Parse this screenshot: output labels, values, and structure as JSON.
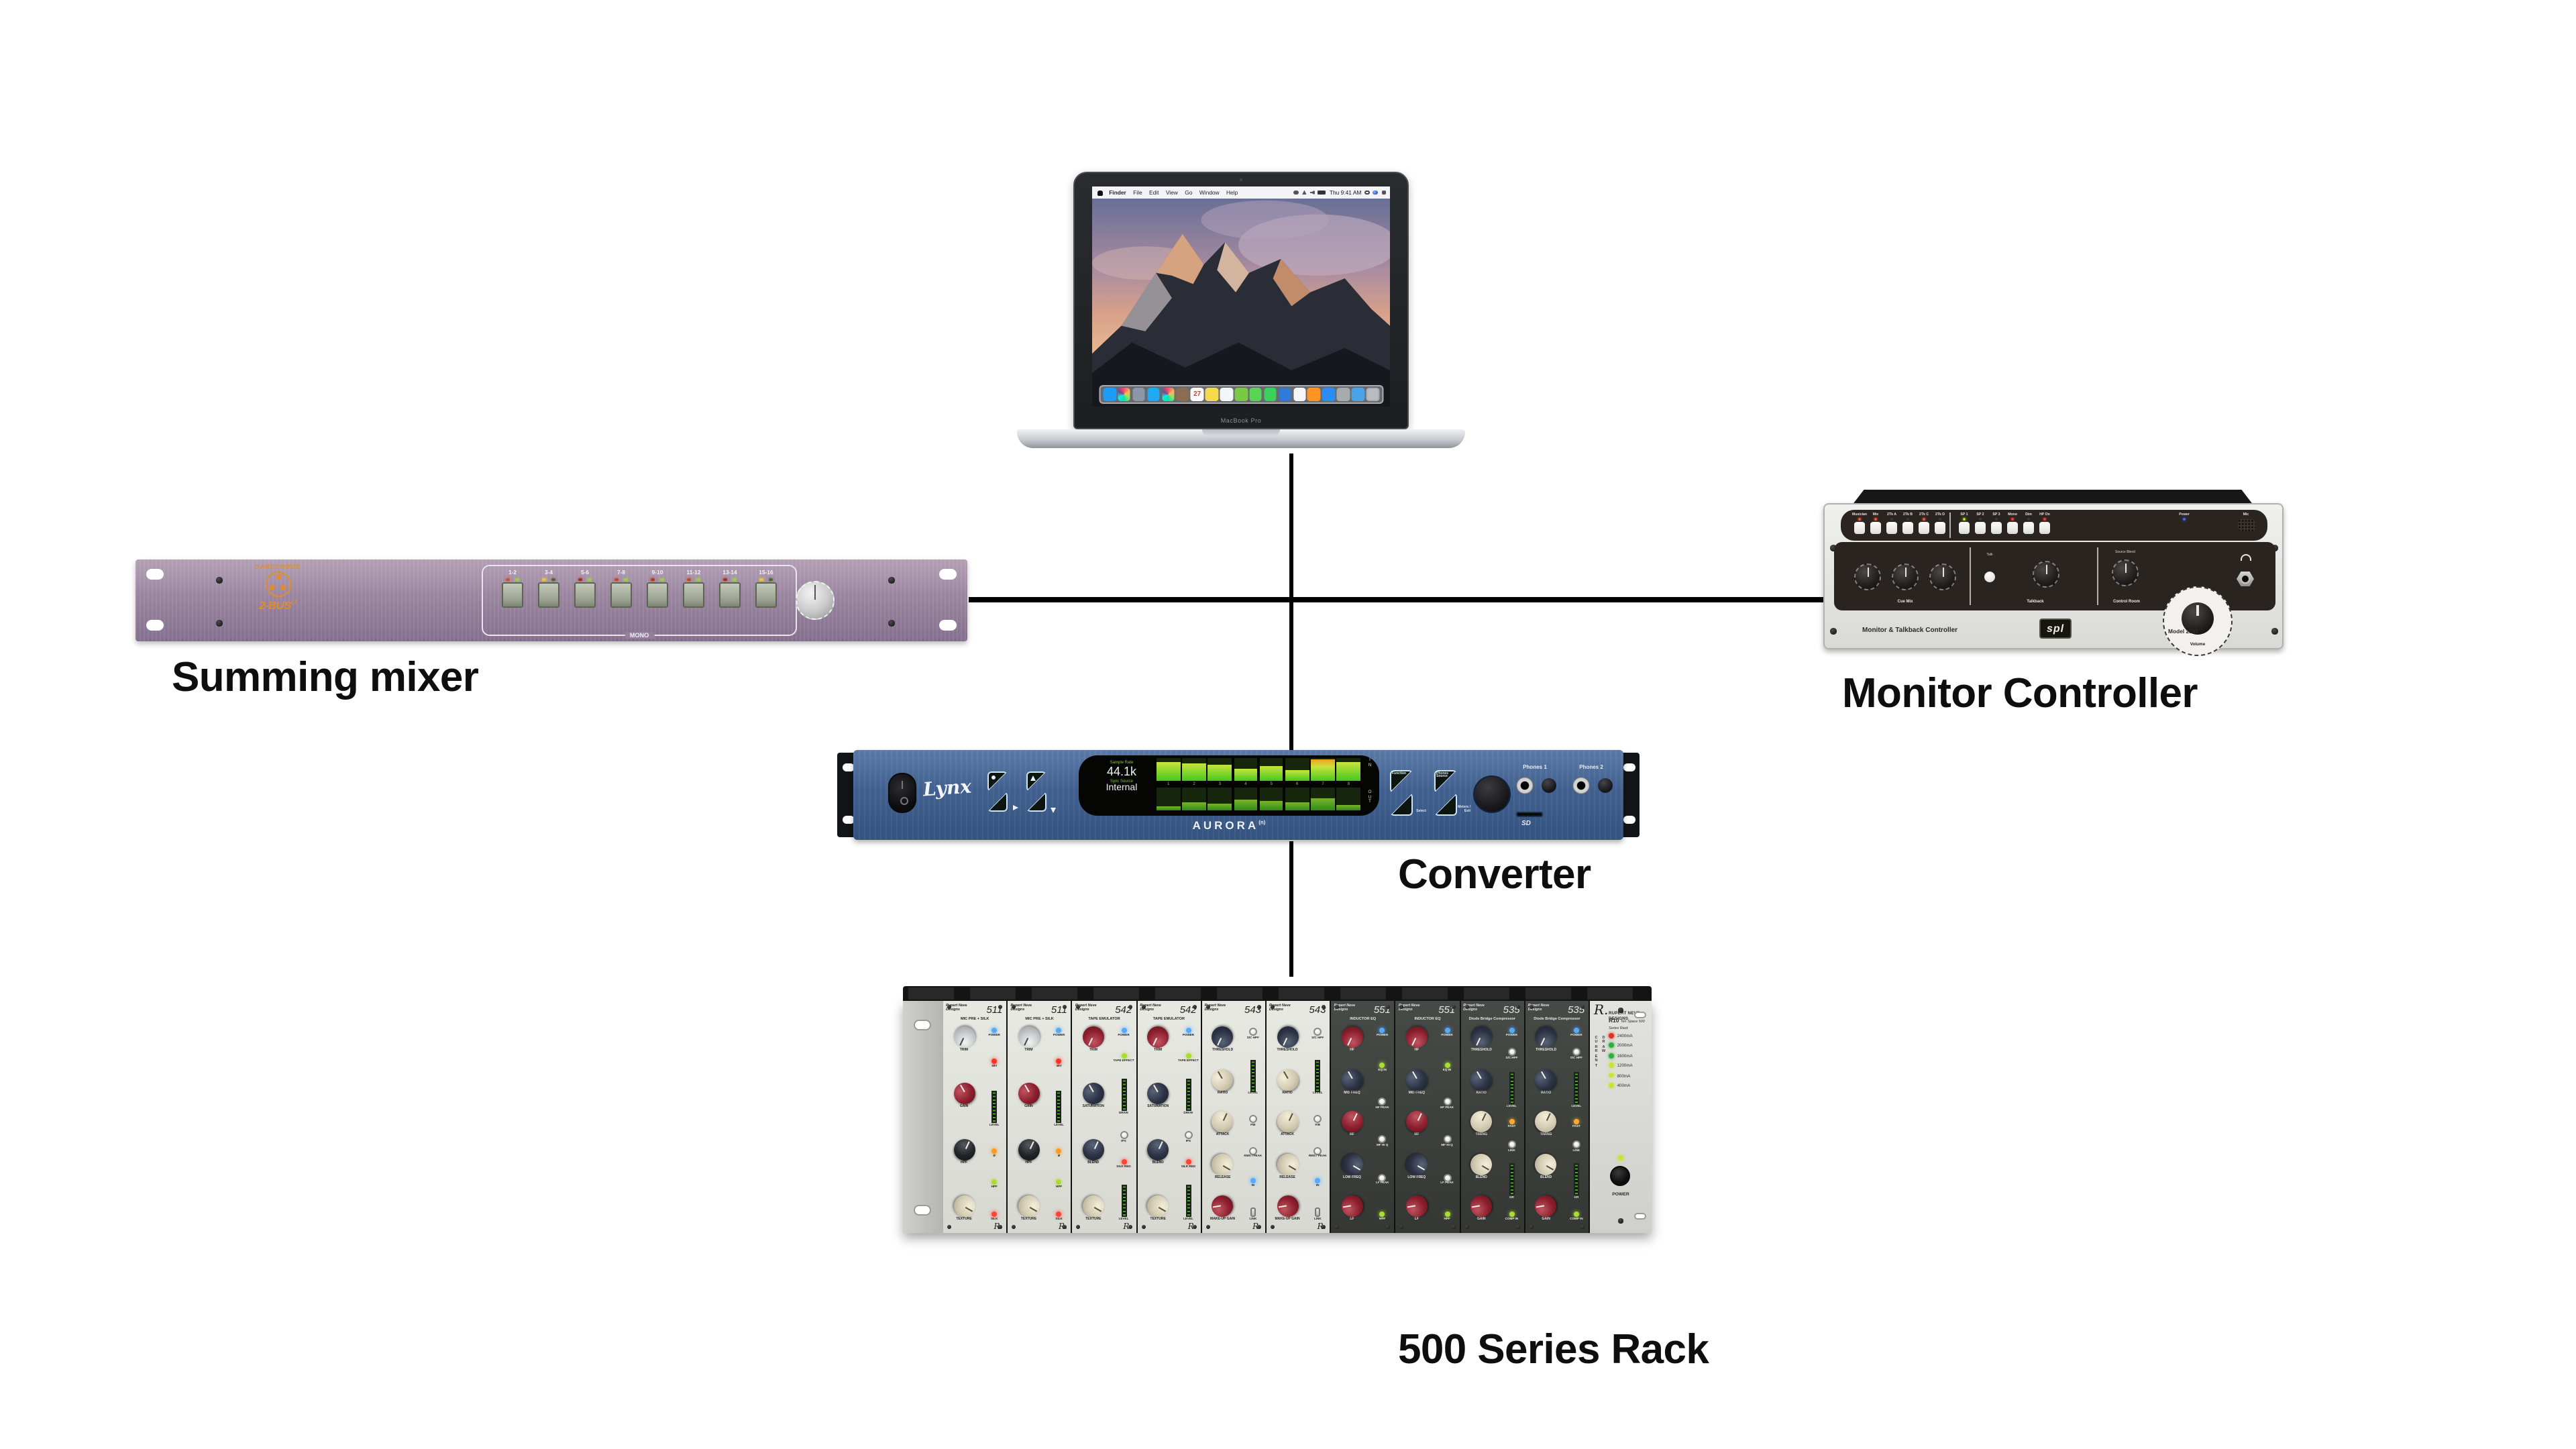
{
  "labels": {
    "summing_mixer": "Summing mixer",
    "monitor_controller": "Monitor Controller",
    "converter": "Converter",
    "rack": "500 Series Rack"
  },
  "laptop": {
    "brand": "MacBook Pro",
    "menu_items": [
      "Finder",
      "File",
      "Edit",
      "View",
      "Go",
      "Window",
      "Help"
    ],
    "clock": "Thu 9:41 AM",
    "dock_calendar_day": "27",
    "dock_icons": [
      {
        "name": "finder",
        "c": "#1c9cf6"
      },
      {
        "name": "siri",
        "c": "multi"
      },
      {
        "name": "launchpad",
        "c": "#8b96a8"
      },
      {
        "name": "safari",
        "c": "#1fa8f4"
      },
      {
        "name": "photos",
        "c": "multi"
      },
      {
        "name": "contacts",
        "c": "#8a6d52"
      },
      {
        "name": "calendar",
        "c": "cal"
      },
      {
        "name": "notes",
        "c": "#f7d94c"
      },
      {
        "name": "reminders",
        "c": "#f4f5f7"
      },
      {
        "name": "maps",
        "c": "#7ac943"
      },
      {
        "name": "messages",
        "c": "#5bd354"
      },
      {
        "name": "facetime",
        "c": "#39d158"
      },
      {
        "name": "keynote",
        "c": "#2f7bd6"
      },
      {
        "name": "itunes",
        "c": "#f6f6f8"
      },
      {
        "name": "ibooks",
        "c": "#ff9425"
      },
      {
        "name": "appstore",
        "c": "#2a8cf4"
      },
      {
        "name": "settings",
        "c": "#a8abae"
      },
      {
        "name": "folder",
        "c": "#4aa3e8"
      },
      {
        "name": "trash",
        "c": "trash"
      }
    ]
  },
  "summing_mixer": {
    "brand": "DANGEROUS",
    "model": "2-BUS",
    "model_suffix": "LT",
    "mono_label": "MONO",
    "channels": [
      {
        "label": "1-2",
        "leds": [
          "#d4502a",
          "#9bcf3e"
        ]
      },
      {
        "label": "3-4",
        "leds": [
          "#e6c832",
          "#57663a"
        ]
      },
      {
        "label": "5-6",
        "leds": [
          "#a83020",
          "#9bcf3e"
        ]
      },
      {
        "label": "7-8",
        "leds": [
          "#c44a28",
          "#9bcf3e"
        ]
      },
      {
        "label": "9-10",
        "leds": [
          "#b03a22",
          "#9bcf3e"
        ]
      },
      {
        "label": "11-12",
        "leds": [
          "#c44a28",
          "#9bcf3e"
        ]
      },
      {
        "label": "13-14",
        "leds": [
          "#a83020",
          "#9bcf3e"
        ]
      },
      {
        "label": "15-16",
        "leds": [
          "#e6c832",
          "#57663a"
        ]
      }
    ]
  },
  "monitor_controller": {
    "buttons_a": [
      {
        "label": "Musician",
        "led": "#ff5030"
      },
      {
        "label": "Mix",
        "led": "#ff5030"
      },
      {
        "label": "2Tk A",
        "led": null
      },
      {
        "label": "2Tk B",
        "led": null
      },
      {
        "label": "2Tk C",
        "led": "#ff5030"
      },
      {
        "label": "2Tk D",
        "led": null
      }
    ],
    "buttons_b": [
      {
        "label": "SP 1",
        "led": "#b4dd22"
      },
      {
        "label": "SP 2",
        "led": null
      },
      {
        "label": "SP 3",
        "led": null
      },
      {
        "label": "Mono",
        "led": "#ff3333"
      },
      {
        "label": "Dim",
        "led": null
      },
      {
        "label": "HP On",
        "led": "#ff3333"
      }
    ],
    "power_label": "Power",
    "power_led_color": "#3a6cff",
    "mic_label": "Mic",
    "talk_label": "Talk",
    "source_blend_label": "Source Blend",
    "sections": {
      "cue_mix": "Cue Mix",
      "talkback": "Talkback",
      "control_room": "Control Room"
    },
    "volume_label": "Volume",
    "footer_left": "Monitor & Talkback Controller",
    "logo": "spl",
    "model": "Model 2381"
  },
  "converter": {
    "brand": "Lynx",
    "model": "AURORA",
    "model_sup": "(n)",
    "display": {
      "sample_rate_label": "Sample Rate",
      "sample_rate": "44.1k",
      "sync_label": "Sync Source",
      "sync_source": "Internal",
      "in_label": "I\nN",
      "out_label": "O\nU\nT",
      "channels": [
        "1",
        "2",
        "3",
        "4",
        "5",
        "6",
        "7",
        "8"
      ],
      "in_levels": [
        85,
        75,
        68,
        55,
        62,
        45,
        95,
        80
      ],
      "out_levels": [
        15,
        35,
        30,
        48,
        40,
        35,
        52,
        25
      ]
    },
    "buttons": {
      "function": "Function",
      "select": "Select",
      "phones_source": "Phones Source",
      "meters_exit": "Meters / Exit"
    },
    "phones1": "Phones 1",
    "phones2": "Phones 2",
    "sd": "SD"
  },
  "rack": {
    "brand_line1": "Rupert Neve",
    "brand_line2": "Designs",
    "modules": [
      {
        "num": "511",
        "sub": "MIC PRE + SILK",
        "dark": false,
        "knobs": [
          {
            "c": "silver",
            "l": "TRIM"
          },
          {
            "c": "red",
            "l": "GAIN"
          },
          {
            "c": "black",
            "l": "HPF"
          },
          {
            "c": "cream",
            "l": "TEXTURE"
          }
        ],
        "right": [
          {
            "t": "led",
            "c": "#55aaff",
            "l": "POWER"
          },
          {
            "t": "led",
            "c": "#ff3322",
            "l": "48V"
          },
          {
            "t": "meter",
            "l": "LEVEL"
          },
          {
            "t": "led",
            "c": "#ff9922",
            "l": "Ø"
          },
          {
            "t": "led",
            "c": "#aadd33",
            "l": "HPF"
          },
          {
            "t": "led",
            "c": "#ff4433",
            "l": "SILK"
          }
        ]
      },
      {
        "num": "511",
        "sub": "MIC PRE + SILK",
        "dark": false,
        "knobs": [
          {
            "c": "silver",
            "l": "TRIM"
          },
          {
            "c": "red",
            "l": "GAIN"
          },
          {
            "c": "black",
            "l": "HPF"
          },
          {
            "c": "cream",
            "l": "TEXTURE"
          }
        ],
        "right": [
          {
            "t": "led",
            "c": "#55aaff",
            "l": "POWER"
          },
          {
            "t": "led",
            "c": "#ff3322",
            "l": "48V"
          },
          {
            "t": "meter",
            "l": "LEVEL"
          },
          {
            "t": "led",
            "c": "#ff9922",
            "l": "Ø"
          },
          {
            "t": "led",
            "c": "#aadd33",
            "l": "HPF"
          },
          {
            "t": "led",
            "c": "#ff4433",
            "l": "SILK"
          }
        ]
      },
      {
        "num": "542",
        "sub": "TAPE EMULATOR",
        "dark": false,
        "knobs": [
          {
            "c": "red",
            "l": "TRIM"
          },
          {
            "c": "navy",
            "l": "SATURATION"
          },
          {
            "c": "navy",
            "l": "BLEND"
          },
          {
            "c": "cream",
            "l": "TEXTURE"
          }
        ],
        "right": [
          {
            "t": "led",
            "c": "#55aaff",
            "l": "POWER"
          },
          {
            "t": "led",
            "c": "#aadd33",
            "l": "TAPE EFFECT"
          },
          {
            "t": "meter",
            "l": "DRIVE"
          },
          {
            "t": "btn",
            "l": "IPS"
          },
          {
            "t": "led",
            "c": "#ff4433",
            "l": "SILK RED"
          },
          {
            "t": "meter",
            "l": "LEVEL"
          }
        ]
      },
      {
        "num": "542",
        "sub": "TAPE EMULATOR",
        "dark": false,
        "knobs": [
          {
            "c": "red",
            "l": "TRIM"
          },
          {
            "c": "navy",
            "l": "SATURATION"
          },
          {
            "c": "navy",
            "l": "BLEND"
          },
          {
            "c": "cream",
            "l": "TEXTURE"
          }
        ],
        "right": [
          {
            "t": "led",
            "c": "#55aaff",
            "l": "POWER"
          },
          {
            "t": "led",
            "c": "#aadd33",
            "l": "TAPE EFFECT"
          },
          {
            "t": "meter",
            "l": "DRIVE"
          },
          {
            "t": "btn",
            "l": "IPS"
          },
          {
            "t": "led",
            "c": "#ff4433",
            "l": "SILK RED"
          },
          {
            "t": "meter",
            "l": "LEVEL"
          }
        ]
      },
      {
        "num": "543",
        "sub": "",
        "dark": false,
        "knobs": [
          {
            "c": "navy",
            "l": "THRESHOLD"
          },
          {
            "c": "cream",
            "l": "RATIO"
          },
          {
            "c": "cream",
            "l": "ATTACK"
          },
          {
            "c": "cream",
            "l": "RELEASE"
          },
          {
            "c": "red",
            "l": "MAKE-UP GAIN"
          }
        ],
        "right": [
          {
            "t": "btn",
            "l": "S/C HPF"
          },
          {
            "t": "meter",
            "l": "LEVEL"
          },
          {
            "t": "btn",
            "l": "F/B"
          },
          {
            "t": "btn",
            "l": "RMS / PEAK"
          },
          {
            "t": "led",
            "c": "#55aaff",
            "l": "IN"
          },
          {
            "t": "sw",
            "l": "LINK"
          }
        ]
      },
      {
        "num": "543",
        "sub": "",
        "dark": false,
        "knobs": [
          {
            "c": "navy",
            "l": "THRESHOLD"
          },
          {
            "c": "cream",
            "l": "RATIO"
          },
          {
            "c": "cream",
            "l": "ATTACK"
          },
          {
            "c": "cream",
            "l": "RELEASE"
          },
          {
            "c": "red",
            "l": "MAKE-UP GAIN"
          }
        ],
        "right": [
          {
            "t": "btn",
            "l": "S/C HPF"
          },
          {
            "t": "meter",
            "l": "LEVEL"
          },
          {
            "t": "btn",
            "l": "F/B"
          },
          {
            "t": "btn",
            "l": "RMS / PEAK"
          },
          {
            "t": "led",
            "c": "#55aaff",
            "l": "IN"
          },
          {
            "t": "sw",
            "l": "LINK"
          }
        ]
      },
      {
        "num": "551",
        "sub": "INDUCTOR EQ",
        "dark": true,
        "knobs": [
          {
            "c": "red",
            "l": "HF"
          },
          {
            "c": "navy",
            "l": "MID FREQ"
          },
          {
            "c": "red",
            "l": "MF"
          },
          {
            "c": "navy",
            "l": "LOW FREQ"
          },
          {
            "c": "red",
            "l": "LF"
          }
        ],
        "right": [
          {
            "t": "led",
            "c": "#55aaff",
            "l": "POWER"
          },
          {
            "t": "led",
            "c": "#aadd33",
            "l": "EQ IN"
          },
          {
            "t": "btn",
            "l": "HF PEAK"
          },
          {
            "t": "btn",
            "l": "MF HI Q"
          },
          {
            "t": "btn",
            "l": "LF PEAK"
          },
          {
            "t": "led",
            "c": "#aadd33",
            "l": "HPF"
          }
        ]
      },
      {
        "num": "551",
        "sub": "INDUCTOR EQ",
        "dark": true,
        "knobs": [
          {
            "c": "red",
            "l": "HF"
          },
          {
            "c": "navy",
            "l": "MID FREQ"
          },
          {
            "c": "red",
            "l": "MF"
          },
          {
            "c": "navy",
            "l": "LOW FREQ"
          },
          {
            "c": "red",
            "l": "LF"
          }
        ],
        "right": [
          {
            "t": "led",
            "c": "#55aaff",
            "l": "POWER"
          },
          {
            "t": "led",
            "c": "#aadd33",
            "l": "EQ IN"
          },
          {
            "t": "btn",
            "l": "HF PEAK"
          },
          {
            "t": "btn",
            "l": "MF HI Q"
          },
          {
            "t": "btn",
            "l": "LF PEAK"
          },
          {
            "t": "led",
            "c": "#aadd33",
            "l": "HPF"
          }
        ]
      },
      {
        "num": "535",
        "sub": "Diode Bridge Compressor",
        "dark": true,
        "knobs": [
          {
            "c": "navy",
            "l": "THRESHOLD"
          },
          {
            "c": "navy",
            "l": "RATIO"
          },
          {
            "c": "cream",
            "l": "TIMING"
          },
          {
            "c": "cream",
            "l": "BLEND"
          },
          {
            "c": "red",
            "l": "GAIN"
          }
        ],
        "right": [
          {
            "t": "led",
            "c": "#55aaff",
            "l": "POWER"
          },
          {
            "t": "btn",
            "l": "S/C HPF"
          },
          {
            "t": "meter",
            "l": "LEVEL"
          },
          {
            "t": "led",
            "c": "#ffaa33",
            "l": "FAST"
          },
          {
            "t": "btn",
            "l": "LINK"
          },
          {
            "t": "meter",
            "l": "GR"
          },
          {
            "t": "led",
            "c": "#aadd33",
            "l": "COMP IN"
          }
        ]
      },
      {
        "num": "535",
        "sub": "Diode Bridge Compressor",
        "dark": true,
        "knobs": [
          {
            "c": "navy",
            "l": "THRESHOLD"
          },
          {
            "c": "navy",
            "l": "RATIO"
          },
          {
            "c": "cream",
            "l": "TIMING"
          },
          {
            "c": "cream",
            "l": "BLEND"
          },
          {
            "c": "red",
            "l": "GAIN"
          }
        ],
        "right": [
          {
            "t": "led",
            "c": "#55aaff",
            "l": "POWER"
          },
          {
            "t": "btn",
            "l": "S/C HPF"
          },
          {
            "t": "meter",
            "l": "LEVEL"
          },
          {
            "t": "led",
            "c": "#ffaa33",
            "l": "FAST"
          },
          {
            "t": "btn",
            "l": "LINK"
          },
          {
            "t": "meter",
            "l": "GR"
          },
          {
            "t": "led",
            "c": "#aadd33",
            "l": "COMP IN"
          }
        ]
      }
    ],
    "power_panel": {
      "signature": "R.",
      "brand": "RUPERT NEVE DESIGNS",
      "model": "R10",
      "subtitle": "Ten Space 500 Series Rack",
      "current_word": "CURRENT",
      "draw_word": "DRAW",
      "leds": [
        {
          "label": "2400mA",
          "c": "#e03020"
        },
        {
          "label": "2000mA",
          "c": "#30b040"
        },
        {
          "label": "1600mA",
          "c": "#30b040"
        },
        {
          "label": "1200mA",
          "c": "#c8e435"
        },
        {
          "label": "800mA",
          "c": "#c8e435"
        },
        {
          "label": "400mA",
          "c": "#c8e435"
        }
      ],
      "power_label": "POWER"
    }
  }
}
